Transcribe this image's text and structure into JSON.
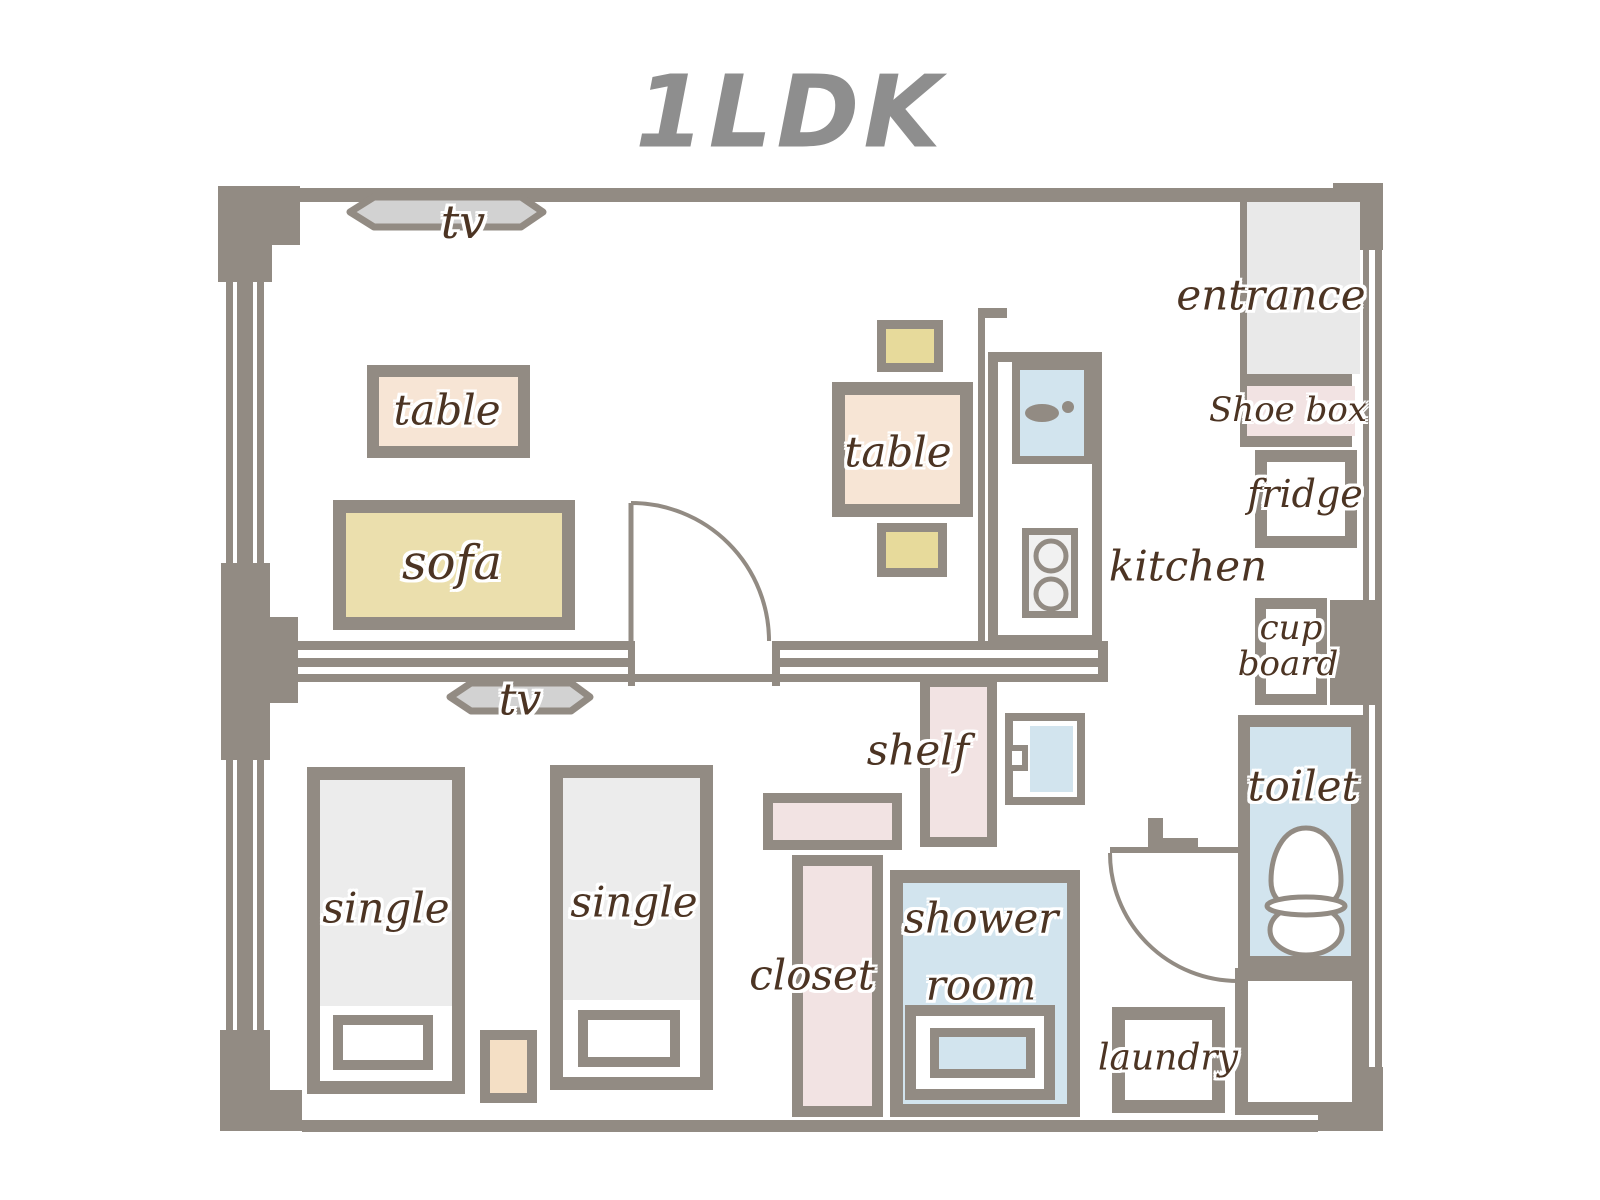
{
  "title": "1LDK",
  "colors": {
    "wall": "#928b83",
    "text": "#4c3423",
    "title_gray": "#8e8e8e",
    "blue": "#d2e4ee",
    "pink": "#f2e3e3",
    "peach": "#f7e5d5",
    "khaki": "#ebdfad",
    "yellow": "#e7da9b",
    "beige": "#f4dfc5",
    "light_gray": "#e9e9e9",
    "mattress_gray": "#ececec",
    "tv_gray": "#d2d2d2",
    "stove_white": "#f1f1f1"
  },
  "labels": {
    "tv_living": "tv",
    "table_living": "table",
    "sofa": "sofa",
    "table_dining": "table",
    "kitchen": "kitchen",
    "entrance": "entrance",
    "shoe_box": "Shoe box",
    "fridge": "fridge",
    "cupboard_line1": "cup",
    "cupboard_line2": "board",
    "toilet": "toilet",
    "shelf": "shelf",
    "closet": "closet",
    "shower_line1": "shower",
    "shower_line2": "room",
    "laundry": "laundry",
    "bed_left": "single",
    "bed_right": "single",
    "tv_bedroom": "tv"
  }
}
